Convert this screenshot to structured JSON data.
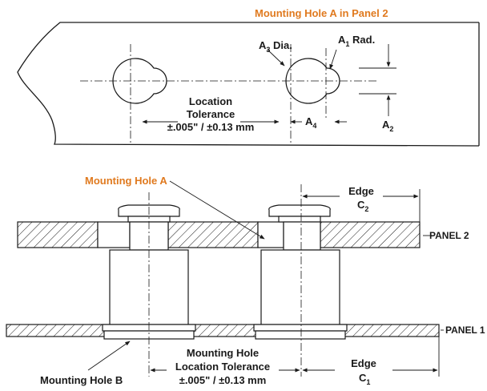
{
  "labels": {
    "title_top": "Mounting Hole A in Panel 2",
    "a3": "A",
    "a3_sub": "3",
    "a3_suffix": " Dia.",
    "a1": "A",
    "a1_sub": "1",
    "a1_suffix": " Rad.",
    "a2": "A",
    "a2_sub": "2",
    "a4": "A",
    "a4_sub": "4",
    "loc_tol_line1": "Location",
    "loc_tol_line2": "Tolerance",
    "loc_tol_line3": "±.005\" / ±0.13 mm",
    "mounting_hole_a": "Mounting Hole A",
    "edge_top": "Edge",
    "c2": "C",
    "c2_sub": "2",
    "panel2": "PANEL 2",
    "panel1": "PANEL 1",
    "mh_loc_line1": "Mounting Hole",
    "mh_loc_line2": "Location Tolerance",
    "mh_loc_line3": "±.005\" / ±0.13 mm",
    "edge_bottom": "Edge",
    "c1": "C",
    "c1_sub": "1",
    "mounting_hole_b": "Mounting Hole B"
  },
  "colors": {
    "accent": "#e07a1f",
    "line": "#1a1a1a"
  }
}
